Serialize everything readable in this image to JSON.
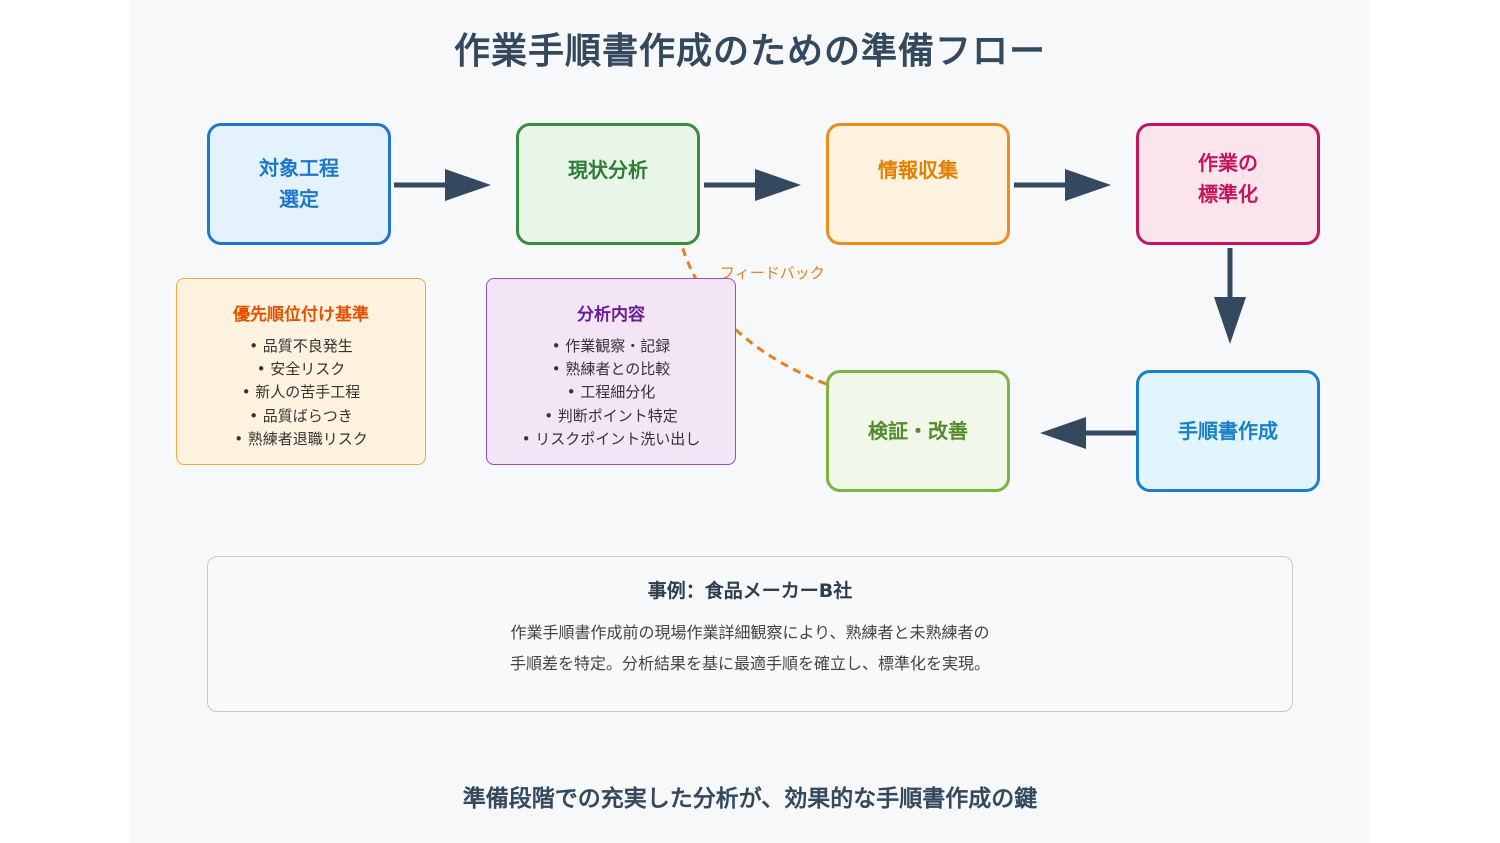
{
  "title": "作業手順書作成のための準備フロー",
  "steps": [
    {
      "label": "対象工程\n選定"
    },
    {
      "label": "現状分析"
    },
    {
      "label": "情報収集"
    },
    {
      "label": "作業の\n標準化"
    },
    {
      "label": "手順書作成"
    },
    {
      "label": "検証・改善"
    }
  ],
  "feedback_label": "フィードバック",
  "priority_box": {
    "title": "優先順位付け基準",
    "items": [
      "• 品質不良発生",
      "• 安全リスク",
      "• 新人の苦手工程",
      "• 品質ばらつき",
      "• 熟練者退職リスク"
    ]
  },
  "analysis_box": {
    "title": "分析内容",
    "items": [
      "• 作業観察・記録",
      "• 熟練者との比較",
      "• 工程細分化",
      "• 判断ポイント特定",
      "• リスクポイント洗い出し"
    ]
  },
  "case_study": {
    "title": "事例：食品メーカーB社",
    "line1": "作業手順書作成前の現場作業詳細観察により、熟練者と未熟練者の",
    "line2": "手順差を特定。分析結果を基に最適手順を確立し、標準化を実現。"
  },
  "footer": "準備段階での充実した分析が、効果的な手順書作成の鍵",
  "colors": {
    "arrow": "#34495e",
    "feedback": "#e67e22"
  }
}
